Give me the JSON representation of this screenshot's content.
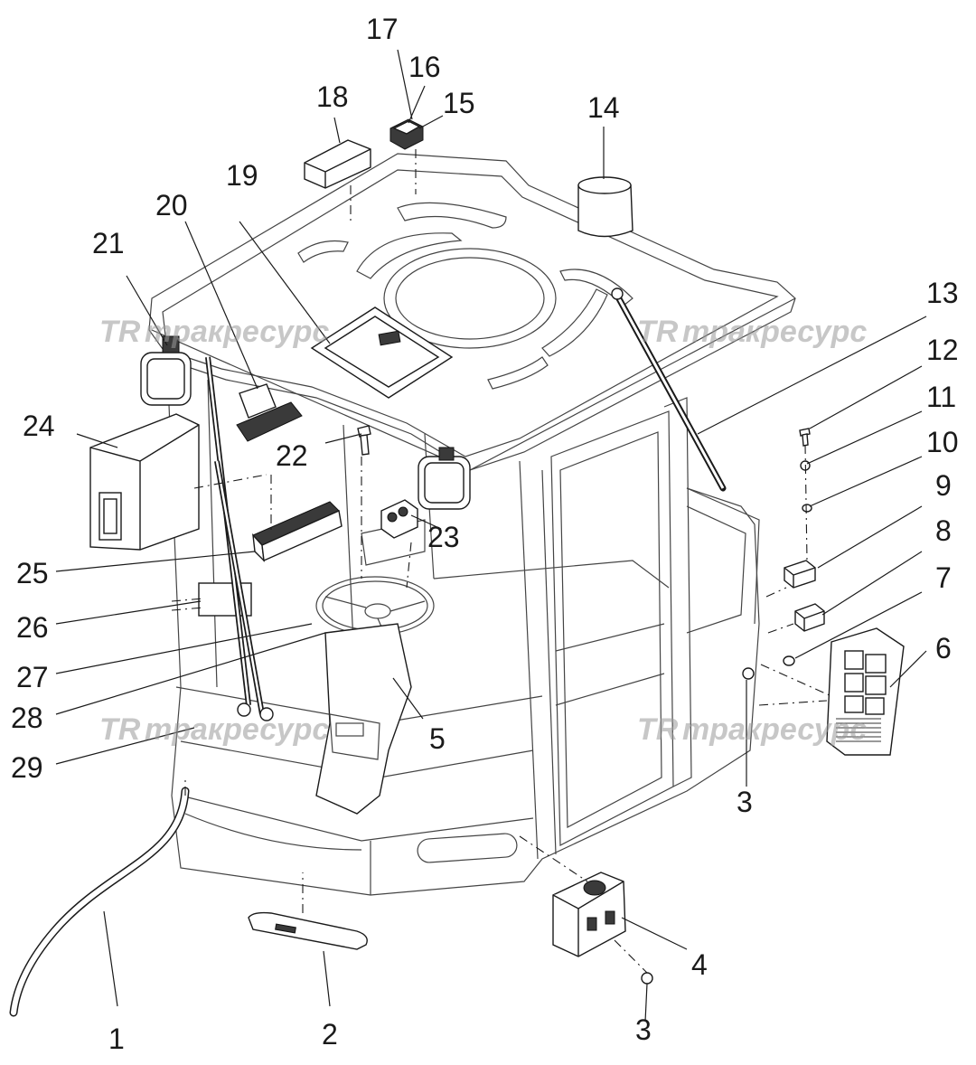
{
  "watermarks": [
    {
      "logo": "TR",
      "text": "тракресурс"
    },
    {
      "logo": "TR",
      "text": "тракресурс"
    },
    {
      "logo": "TR",
      "text": "тракресурс"
    },
    {
      "logo": "TR",
      "text": "тракресурс"
    }
  ],
  "callouts": [
    "1",
    "2",
    "3",
    "3",
    "4",
    "5",
    "6",
    "7",
    "8",
    "9",
    "10",
    "11",
    "12",
    "13",
    "14",
    "15",
    "16",
    "17",
    "18",
    "19",
    "20",
    "21",
    "22",
    "23",
    "24",
    "25",
    "26",
    "27",
    "28",
    "29"
  ]
}
